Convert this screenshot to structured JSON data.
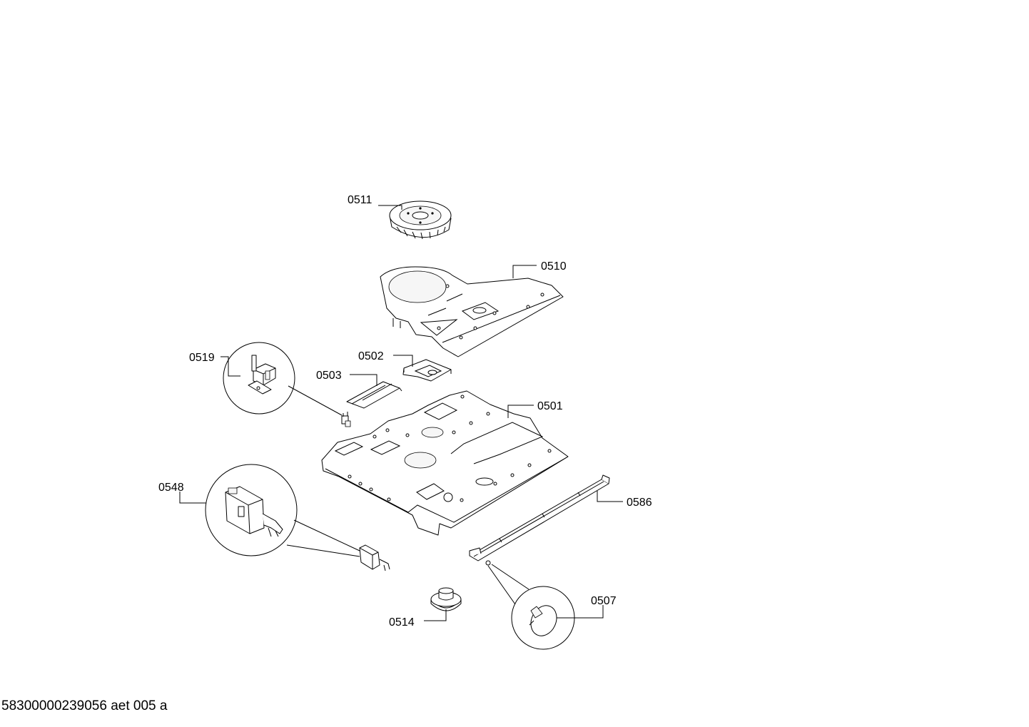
{
  "callouts": {
    "c0511": "0511",
    "c0510": "0510",
    "c0519": "0519",
    "c0502": "0502",
    "c0503": "0503",
    "c0501": "0501",
    "c0548": "0548",
    "c0586": "0586",
    "c0514": "0514",
    "c0507": "0507"
  },
  "footer": {
    "document_id": "58300000239056 aet 005 a"
  }
}
